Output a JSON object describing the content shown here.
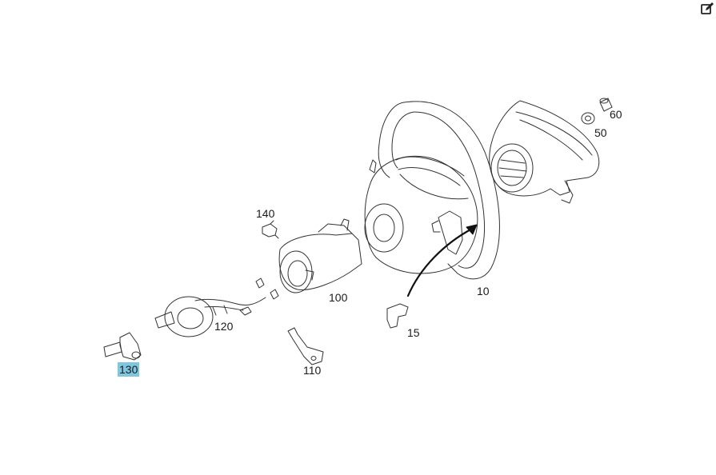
{
  "colors": {
    "line": "#333333",
    "highlight": "#7fc6e0"
  },
  "toolbar": {
    "edit_icon": "edit-icon"
  },
  "callouts": {
    "c10": "10",
    "c15": "15",
    "c50": "50",
    "c60": "60",
    "c100": "100",
    "c110": "110",
    "c120": "120",
    "c130": "130",
    "c140": "140"
  },
  "selected_callout": "130"
}
